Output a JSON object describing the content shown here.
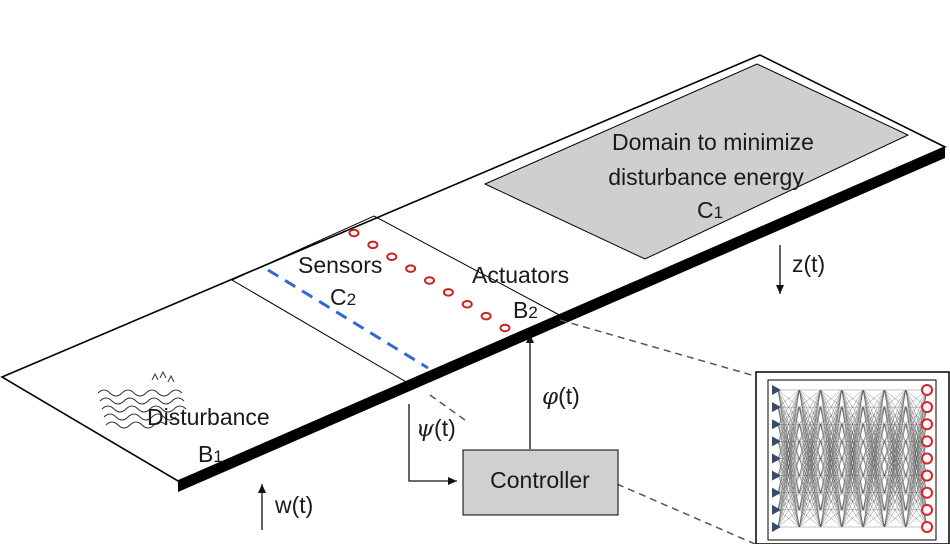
{
  "labels": {
    "domain_line1": "Domain to minimize",
    "domain_line2": "disturbance energy",
    "domain_symbol": "C",
    "domain_symbol_sub": "1",
    "sensors": "Sensors",
    "sensors_symbol": "C",
    "sensors_symbol_sub": "2",
    "actuators": "Actuators",
    "actuators_symbol": "B",
    "actuators_symbol_sub": "2",
    "disturbance": "Disturbance",
    "disturbance_symbol": "B",
    "disturbance_symbol_sub": "1",
    "controller": "Controller",
    "z_signal": "z(t)",
    "w_signal": "w(t)",
    "psi_symbol": "ψ",
    "psi_arg": "(t)",
    "phi_symbol": "φ",
    "phi_arg": "(t)"
  },
  "counts": {
    "actuator_markers": 9,
    "network_inputs": 9,
    "network_outputs": 9,
    "network_hidden_columns": 6
  },
  "colors": {
    "plate_edge": "#000000",
    "shaded_domain": "#cfcfcf",
    "controller_box": "#d0d0d0",
    "sensor_line": "#3366dd",
    "actuator_marker": "#cc2222",
    "network_lines": "#555555",
    "network_input_nodes": "#3a4a6a",
    "network_output_nodes": "#dd2222",
    "leader_lines": "#555555"
  },
  "icons": {
    "disturbance": "wavy-lines-icon"
  }
}
